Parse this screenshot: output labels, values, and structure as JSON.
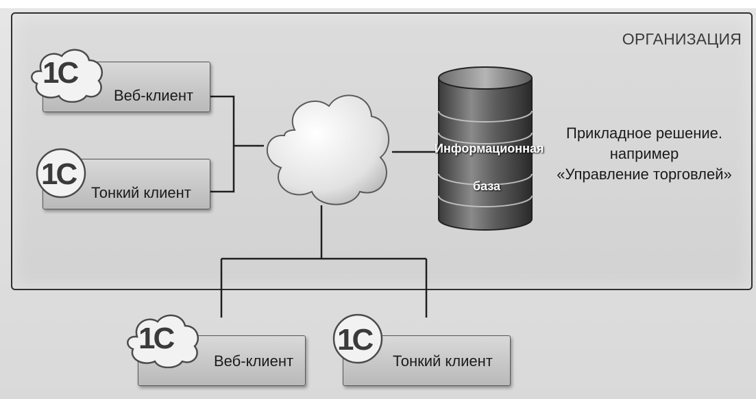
{
  "organization": {
    "title": "ОРГАНИЗАЦИЯ"
  },
  "clients": [
    {
      "label": "Веб-клиент",
      "kind": "web",
      "logo": "1С"
    },
    {
      "label": "Тонкий клиент",
      "kind": "thin",
      "logo": "1С"
    },
    {
      "label": "Веб-клиент",
      "kind": "web",
      "logo": "1С"
    },
    {
      "label": "Тонкий клиент",
      "kind": "thin",
      "logo": "1С"
    }
  ],
  "database": {
    "label_line1": "Информационная",
    "label_line2": "база"
  },
  "application": {
    "line1": "Прикладное решение.",
    "line2": "например",
    "line3": "«Управление торговлей»"
  },
  "icons": {
    "network": "cloud-icon",
    "database": "database-cylinder-icon",
    "logo": "1c-logo-icon"
  },
  "colors": {
    "frame": "#2e2e2e",
    "panel": "#d2d2d2",
    "client_box": "#c4c4c4",
    "db": "#555555"
  }
}
